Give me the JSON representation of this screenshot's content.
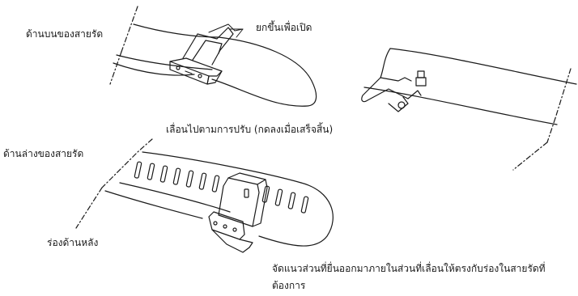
{
  "labels": {
    "upper_strap": "ด้านบนของสายรัด",
    "lift_to_open": "ยกขึ้นเพื่อเปิด",
    "slide_to_adjust": "เลื่อนไปตามการปรับ (กดลงเมื่อเสร็จสิ้น)",
    "lower_strap": "ด้านล่างของสายรัด",
    "back_groove": "ร่องด้านหลัง",
    "align_note": "จัดแนวส่วนที่ยื่นออกมาภายในส่วนที่เลื่อนให้ตรงกับร่องในสายรัดที่ต้องการ"
  },
  "colors": {
    "line": "#1a1a1a",
    "background": "#ffffff"
  }
}
